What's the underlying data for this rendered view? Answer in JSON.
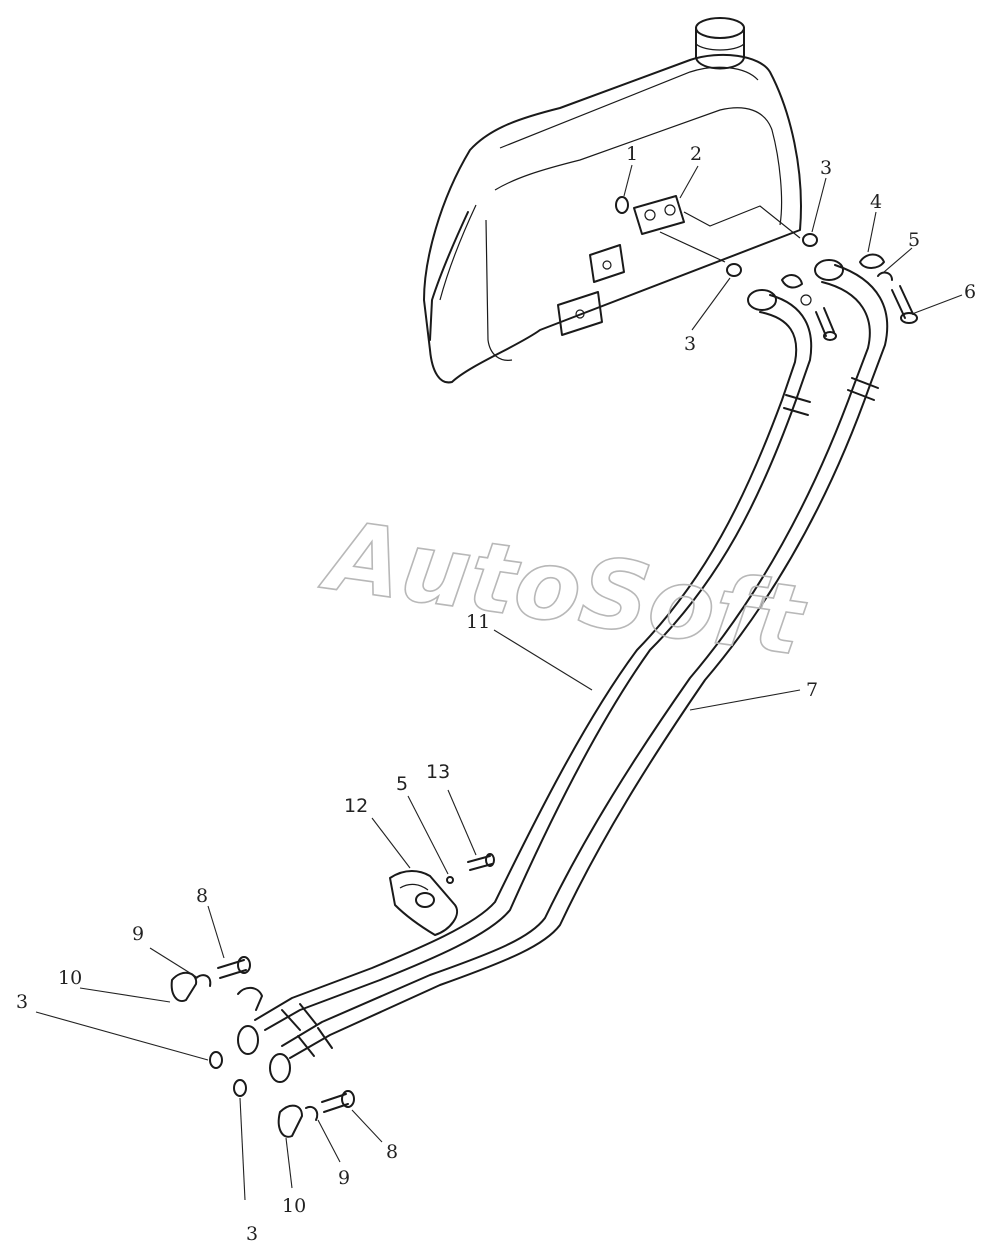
{
  "watermark": "AutoSoft",
  "callouts": {
    "c1": "1",
    "c2": "2",
    "c3a": "3",
    "c3b": "3",
    "c4": "4",
    "c5a": "5",
    "c6": "6",
    "c7": "7",
    "c11": "11",
    "c12": "12",
    "c5b": "5",
    "c13": "13",
    "c8a": "8",
    "c9a": "9",
    "c10a": "10",
    "c3c": "3",
    "c3d": "3",
    "c8b": "8",
    "c9b": "9",
    "c10b": "10"
  }
}
